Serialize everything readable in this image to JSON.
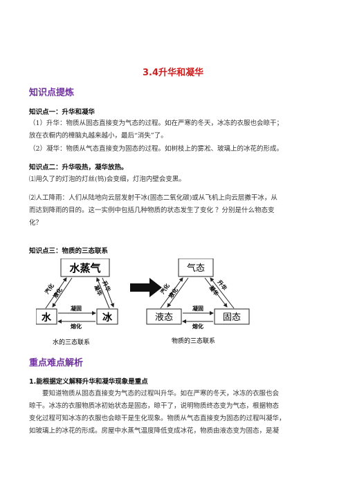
{
  "doc": {
    "title": "3.4升华和凝华",
    "sec1": "知识点提炼",
    "kp1": "知识点一：升华和凝华",
    "p1_l1": "（1）升华：物质从固态直接变为气态的过程。如在严寒的冬天，冰冻的衣服也会晾干；",
    "p1_l2": "放在衣橱内的樟脑丸越来越小，最后“消失”了。",
    "p2": "（2）凝华：物质从气态直接变为固态的过程。如树枝上的雾凇、玻璃上的冰花的形成。",
    "kp2": "知识点二：升华吸热，凝华放热。",
    "p3": "⑴用久了的灯泡的灯丝(钨)会变细，灯泡内壁会变黑。",
    "p4_l1": "⑵人工降雨：人们从陆地向云层发射干冰(固态二氧化碳)或从飞机上向云层撒干冰，从",
    "p4_l2": "而达到降雨的目的。这一实例中包括几种物质的状态发生了变化 ？分别是什么物态变",
    "p4_l3": "化？",
    "kp3": "知识点三：物质的三态联系",
    "sec2": "重点难点解析",
    "sub1": "1.能根据定义解释升华和凝华现象是重点",
    "p5_l1": "要知道物质从固态直接变为气态的过程叫升华。如在严寒的冬天，冰冻的衣服也会",
    "p5_l2": "晾干。冰冻的衣服物质冰初始状态是固态，晾干了，说明物质终态变为气态，根据物态",
    "p5_l3": "变化过程可知冰冻的衣服也会晾干是生化现象。物质从气态直接变为固态的过程叫凝华，",
    "p5_l4": "如玻璃上的冰花的形成。房屋中水蒸气温度降低变成冰花，物质由液态变为固态，是凝"
  },
  "diagram_left": {
    "top": "水蒸气",
    "left": "水",
    "right": "冰",
    "l_edge_a": "汽化",
    "l_edge_b": "液化",
    "r_edge_a": "升华",
    "r_edge_b": "凝华",
    "bottom_a": "凝固",
    "bottom_b": "熔化",
    "caption": "水的三态联系"
  },
  "diagram_right": {
    "top": "气态",
    "left": "液态",
    "right": "固态",
    "l_edge_a": "汽化",
    "l_edge_b": "液化",
    "r_edge_a": "升华",
    "r_edge_b": "凝华",
    "bottom_a": "凝固",
    "bottom_b": "熔化",
    "caption": "物质的三态联系"
  }
}
